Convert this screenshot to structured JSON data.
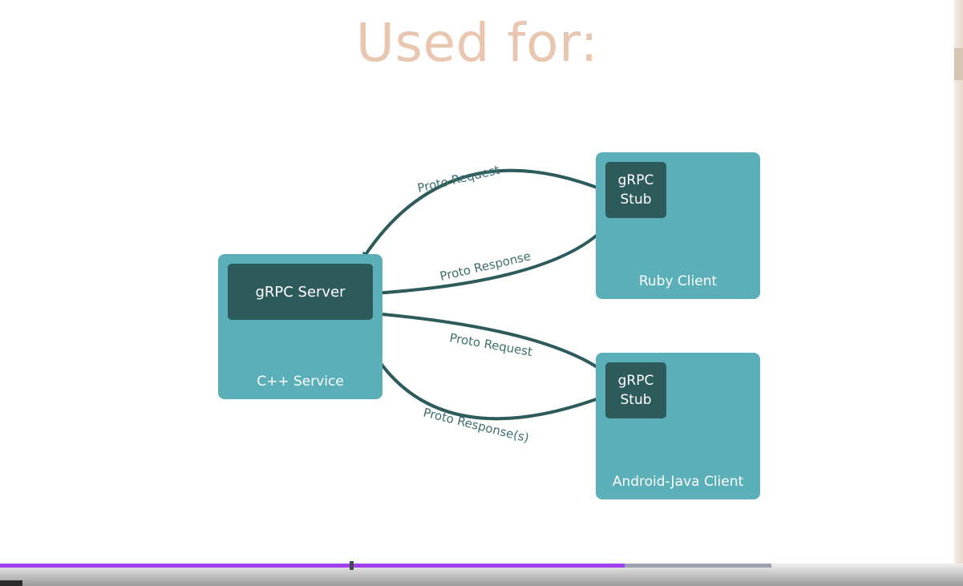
{
  "slide": {
    "title": "Used for:"
  },
  "diagram": {
    "server": {
      "inner_label": "gRPC Server",
      "service_label": "C++ Service"
    },
    "ruby_client": {
      "stub_line1": "gRPC",
      "stub_line2": "Stub",
      "client_label": "Ruby Client"
    },
    "android_client": {
      "stub_line1": "gRPC",
      "stub_line2": "Stub",
      "client_label": "Android-Java Client"
    },
    "edges": {
      "ruby_request": "Proto Request",
      "ruby_response": "Proto Response",
      "android_request": "Proto Request",
      "android_response": "Proto Response(s)"
    },
    "colors": {
      "service_fill": "#5aafb8",
      "inner_fill": "#2d5a5a",
      "arrow": "#2d5a5a",
      "title": "#e8c6b0"
    }
  },
  "player": {
    "played_fraction": 0.81,
    "colors": {
      "played": "#a23ff0",
      "buffered": "#9aa0b0"
    }
  }
}
